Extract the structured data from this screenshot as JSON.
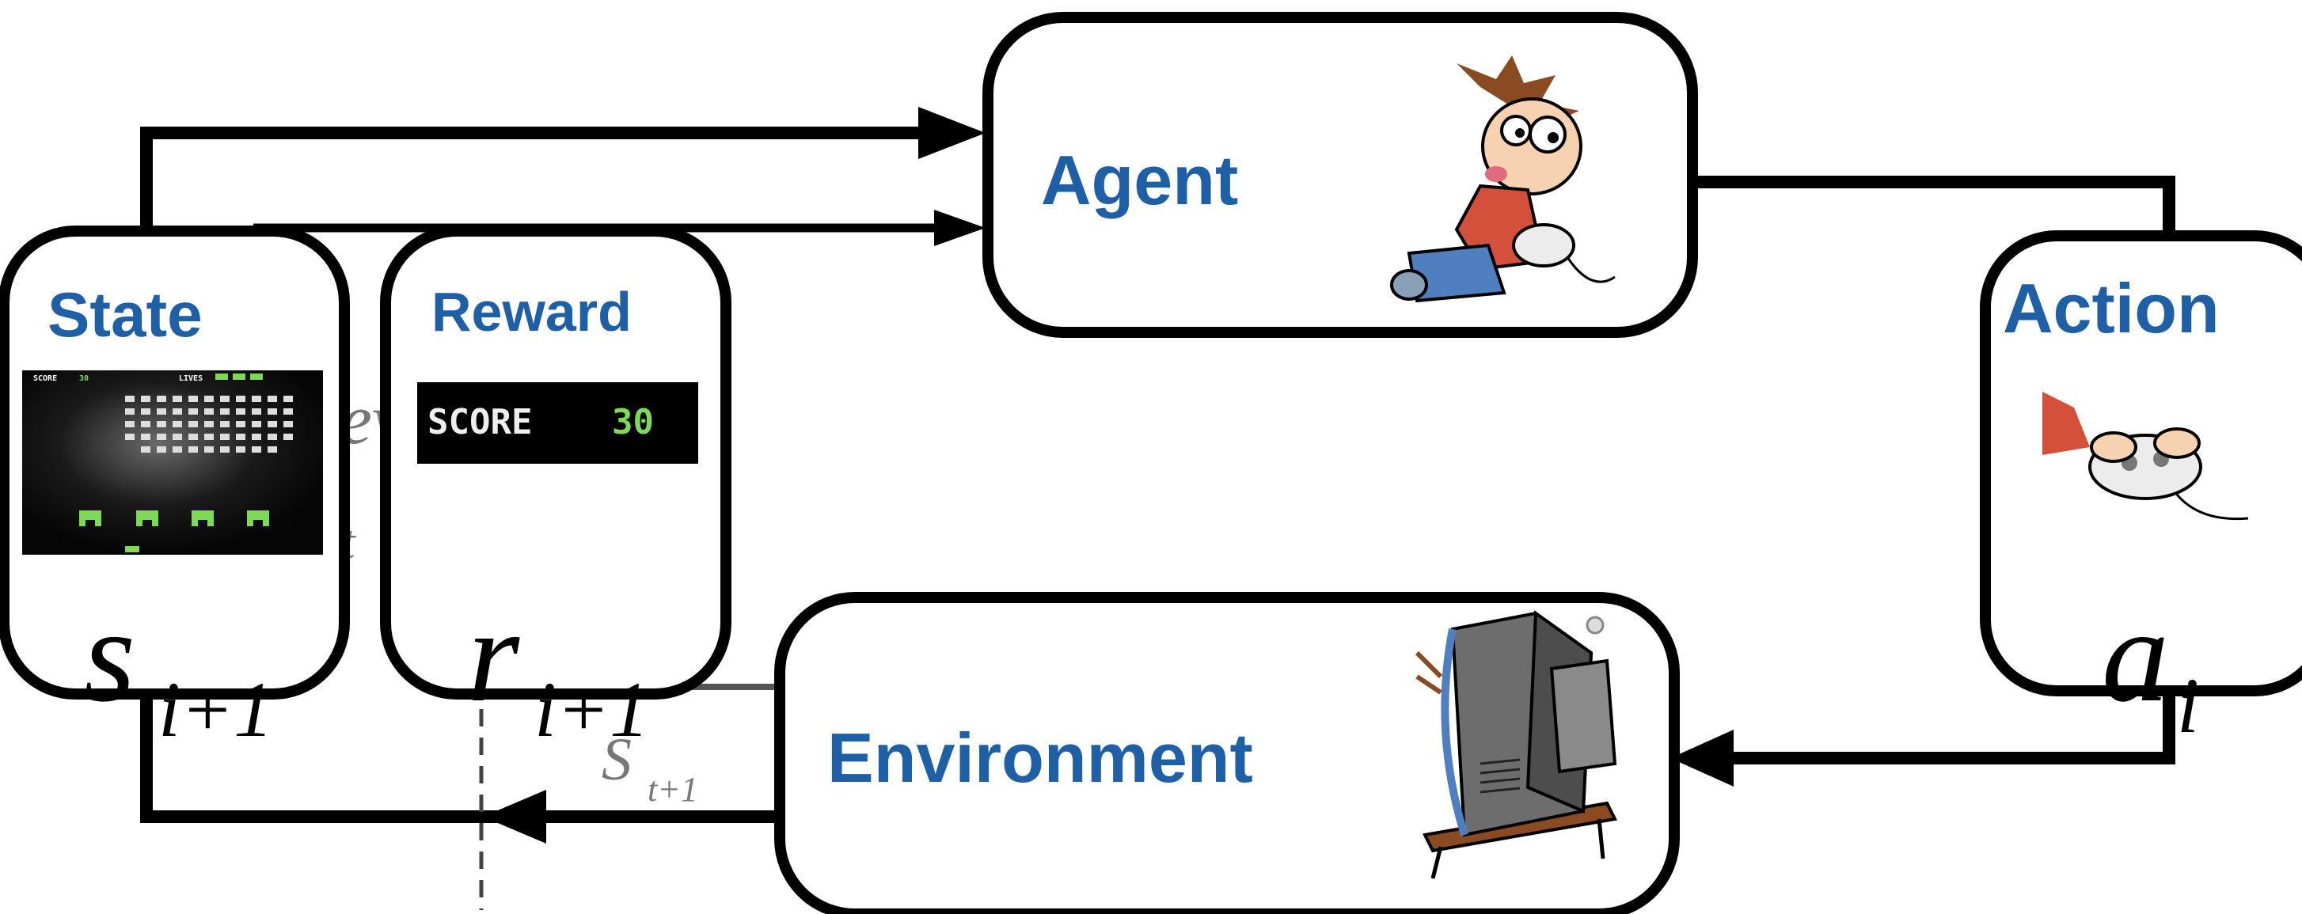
{
  "nodes": {
    "agent": {
      "label": "Agent"
    },
    "state": {
      "label": "State",
      "symbol": "s",
      "subscript": "i+1"
    },
    "reward": {
      "label": "Reward",
      "symbol": "r",
      "subscript": "i+1"
    },
    "action": {
      "label": "Action",
      "symbol": "a",
      "subscript": "i"
    },
    "environment": {
      "label": "Environment"
    }
  },
  "background_labels": {
    "state_next": {
      "symbol": "S",
      "subscript": "t+1"
    }
  },
  "game": {
    "score_label": "SCORE",
    "score_value": "30",
    "lives_label": "LIVES"
  },
  "colors": {
    "label_blue": "#1f5fa6",
    "score_green": "#7ed957",
    "stroke": "#000000"
  }
}
